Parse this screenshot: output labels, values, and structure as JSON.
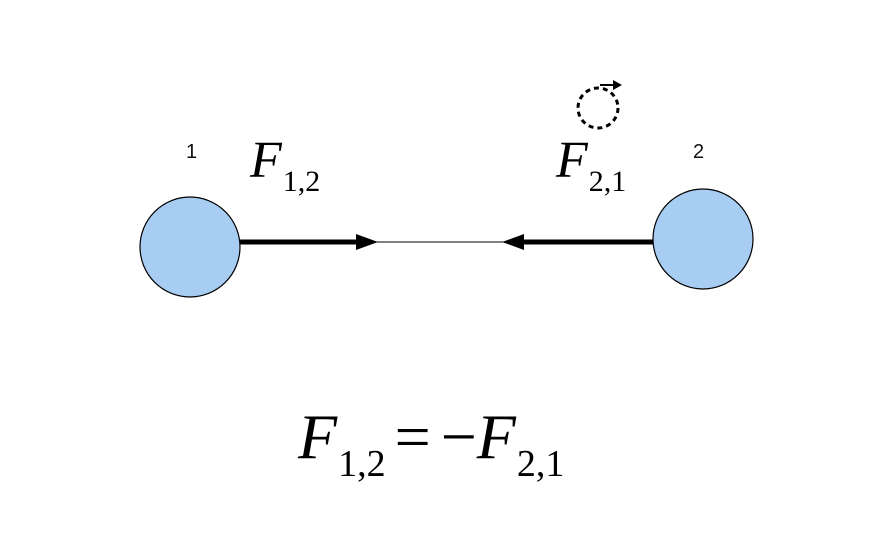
{
  "diagram": {
    "particle_1_label": "1",
    "particle_2_label": "2",
    "force_12": {
      "symbol": "F",
      "subscript": "1,2"
    },
    "force_21": {
      "symbol": "F",
      "subscript": "2,1"
    },
    "equation": {
      "lhs_symbol": "F",
      "lhs_subscript": "1,2",
      "operator": "=",
      "negation": "−",
      "rhs_symbol": "F",
      "rhs_subscript": "2,1"
    },
    "colors": {
      "particle_fill": "#a8cdf2",
      "particle_stroke": "#000000",
      "arrow": "#000000",
      "background": "#ffffff"
    }
  }
}
